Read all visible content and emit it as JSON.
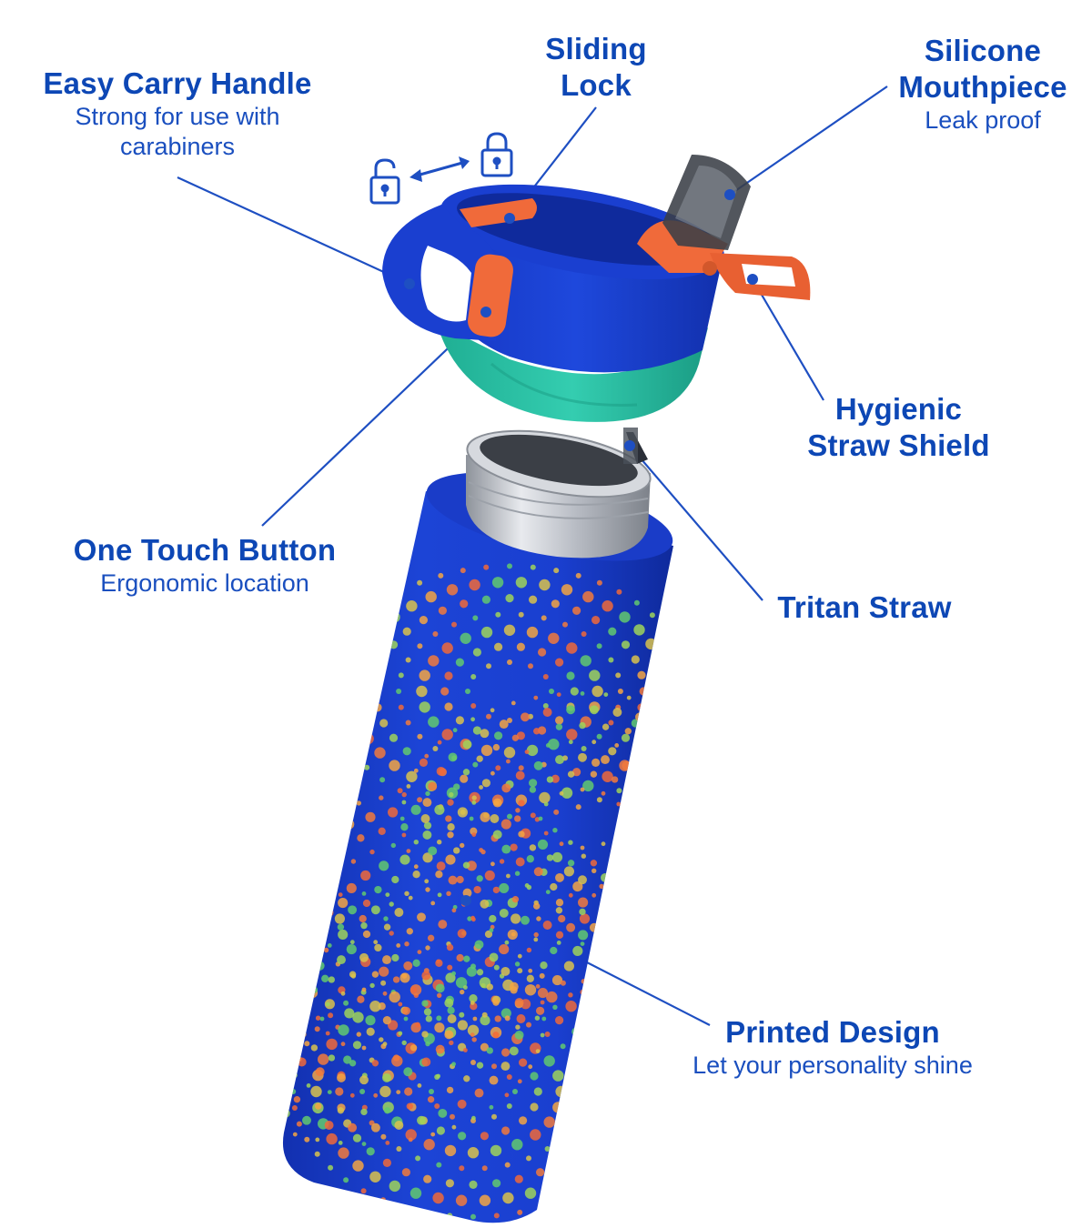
{
  "callouts": {
    "handle": {
      "title": "Easy Carry Handle",
      "sub_lines": [
        "Strong for use with",
        "carabiners"
      ]
    },
    "lock": {
      "title_lines": [
        "Sliding",
        "Lock"
      ]
    },
    "mouthpiece": {
      "title_lines": [
        "Silicone",
        "Mouthpiece"
      ],
      "sub": "Leak proof"
    },
    "shield": {
      "title_lines": [
        "Hygienic",
        "Straw Shield"
      ]
    },
    "button": {
      "title": "One Touch Button",
      "sub": "Ergonomic location"
    },
    "straw": {
      "title": "Tritan Straw"
    },
    "design": {
      "title": "Printed Design",
      "sub": "Let your personality shine"
    }
  },
  "colors": {
    "label_blue": "#0d47b5",
    "leader_line": "#1e4fc2",
    "bottle_blue": "#1a3fd0",
    "lid_blue": "#1638c8",
    "accent_orange": "#f06a3a",
    "band_teal": "#2ec4a6",
    "steel": "#b8bcc4"
  },
  "icons": [
    "unlocked-padlock-icon",
    "double-arrow-icon",
    "locked-padlock-icon"
  ]
}
